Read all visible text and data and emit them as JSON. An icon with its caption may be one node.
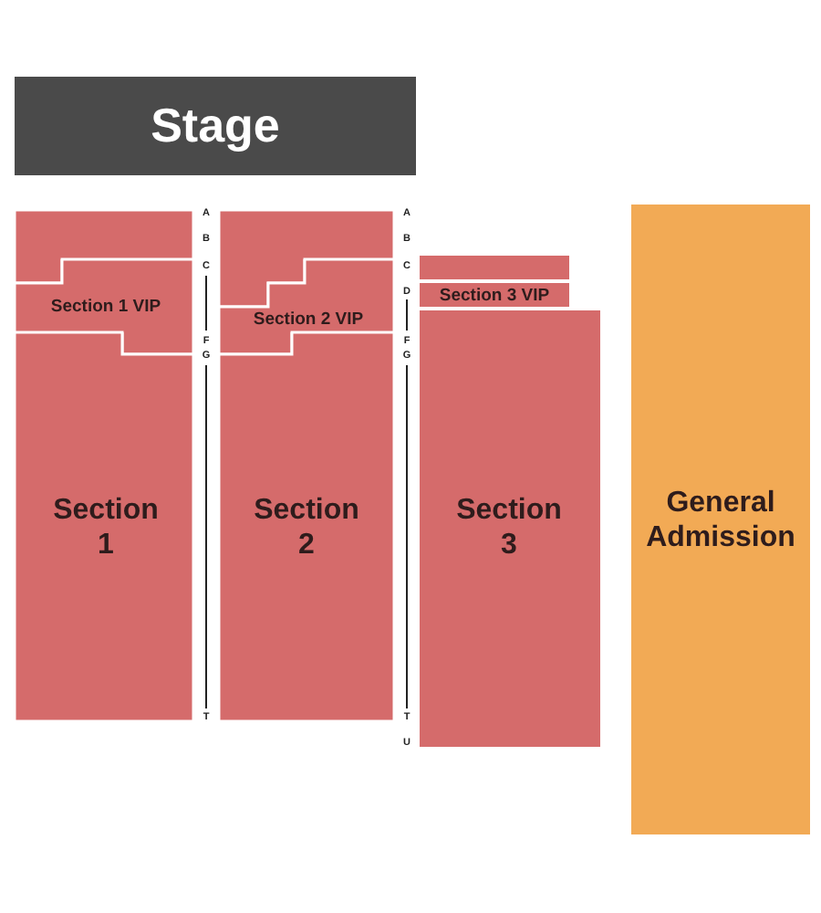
{
  "diagram": {
    "nodes": [
      {
        "text": [
          "Stage"
        ]
      },
      {
        "text": [],
        "shape": "box"
      },
      {
        "text": [
          "Section 1 VIP"
        ]
      },
      {
        "text": [
          "Section 1"
        ]
      },
      {
        "text": [],
        "shape": "box"
      },
      {
        "text": [
          "Section 2 VIP"
        ]
      },
      {
        "text": [
          "Section 2"
        ]
      },
      {
        "text": [],
        "shape": "box"
      },
      {
        "text": [
          "Section 3 VIP"
        ]
      },
      {
        "text": [
          "Section 3"
        ]
      },
      {
        "text": [
          "General Admission"
        ]
      }
    ],
    "labels": [
      "A",
      "B",
      "C",
      "F",
      "G",
      "T",
      "A",
      "B",
      "C",
      "D",
      "F",
      "G",
      "T",
      "U"
    ]
  }
}
